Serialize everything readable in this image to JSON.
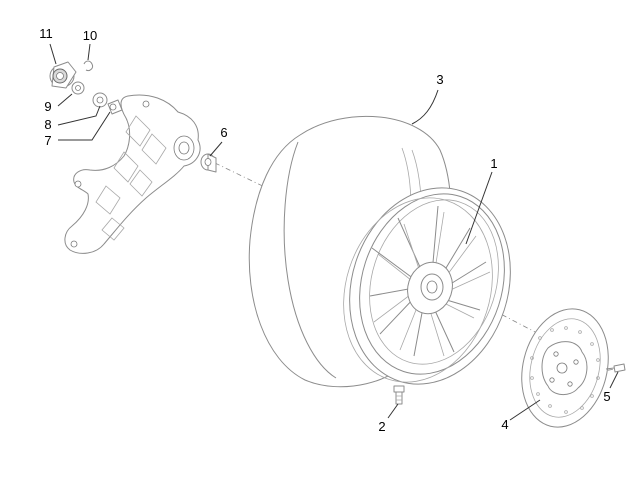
{
  "diagram": {
    "callouts": [
      {
        "id": "1",
        "label": "1"
      },
      {
        "id": "2",
        "label": "2"
      },
      {
        "id": "3",
        "label": "3"
      },
      {
        "id": "4",
        "label": "4"
      },
      {
        "id": "5",
        "label": "5"
      },
      {
        "id": "6",
        "label": "6"
      },
      {
        "id": "7",
        "label": "7"
      },
      {
        "id": "8",
        "label": "8"
      },
      {
        "id": "9",
        "label": "9"
      },
      {
        "id": "10",
        "label": "10"
      },
      {
        "id": "11",
        "label": "11"
      }
    ],
    "colors": {
      "line": "#8c8c8c",
      "leader": "#333333",
      "text": "#000000",
      "background": "#ffffff"
    }
  }
}
